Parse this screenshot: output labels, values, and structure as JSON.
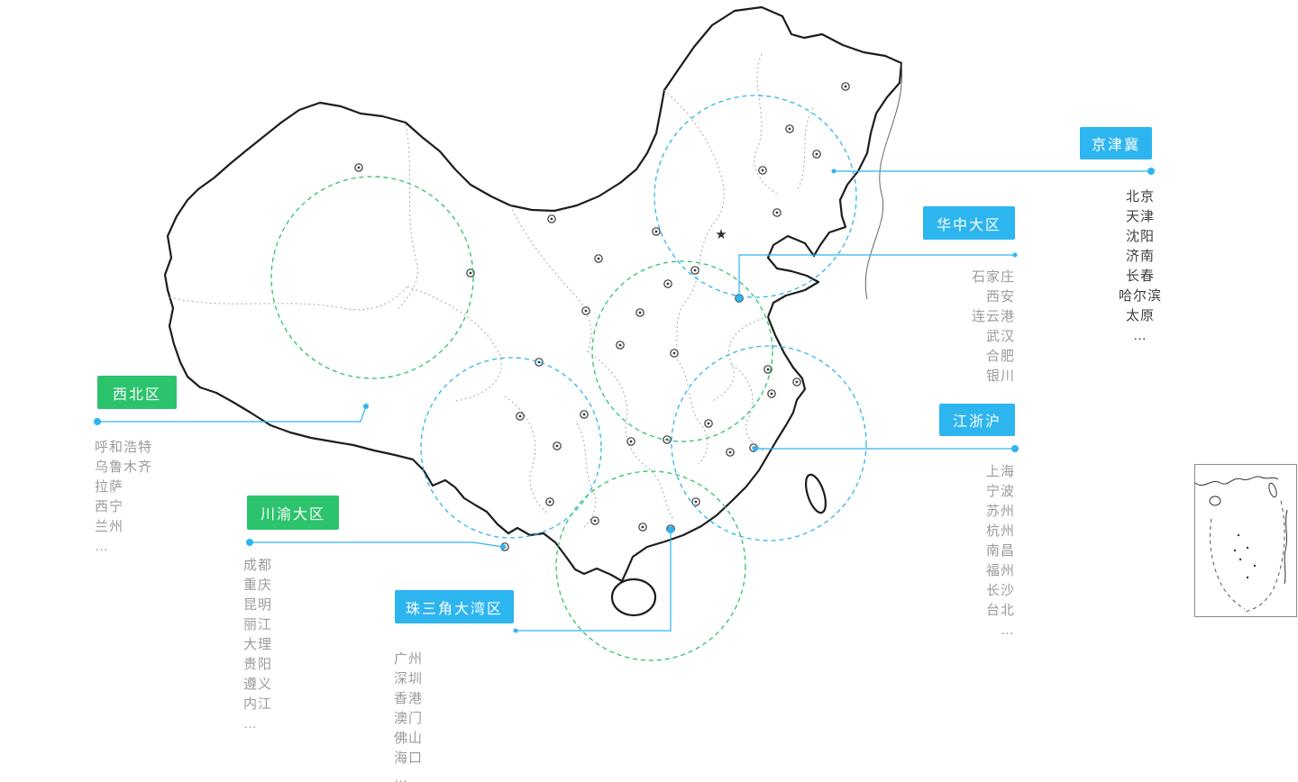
{
  "page": {
    "background": "#ffffff",
    "type": "china-regions-coverage-map"
  },
  "colors": {
    "blue": "#2db5f0",
    "green": "#2cc36d",
    "connector": "#2db5f0",
    "map_outline": "#1d1d1d",
    "city_text": "#9b9b9b",
    "city_text_dark": "#3e3e3e"
  },
  "regions": [
    {
      "id": "jingjinji",
      "label": "京津冀",
      "color": "#2db5f0",
      "cities": [
        "北京",
        "天津",
        "沈阳",
        "济南",
        "长春",
        "哈尔滨",
        "太原",
        "…"
      ]
    },
    {
      "id": "huazhong",
      "label": "华中大区",
      "color": "#2db5f0",
      "cities": [
        "石家庄",
        "西安",
        "连云港",
        "武汉",
        "合肥",
        "银川"
      ]
    },
    {
      "id": "xibei",
      "label": "西北区",
      "color": "#2cc36d",
      "cities": [
        "呼和浩特",
        "乌鲁木齐",
        "拉萨",
        "西宁",
        "兰州",
        "…"
      ]
    },
    {
      "id": "chuanyu",
      "label": "川渝大区",
      "color": "#2cc36d",
      "cities": [
        "成都",
        "重庆",
        "昆明",
        "丽江",
        "大理",
        "贵阳",
        "遵义",
        "内江",
        "…"
      ]
    },
    {
      "id": "zhusanjiao",
      "label": "珠三角大湾区",
      "color": "#2db5f0",
      "cities": [
        "广州",
        "深圳",
        "香港",
        "澳门",
        "佛山",
        "海口",
        "…"
      ]
    },
    {
      "id": "jiangzhehu",
      "label": "江浙沪",
      "color": "#2db5f0",
      "cities": [
        "上海",
        "宁波",
        "苏州",
        "杭州",
        "南昌",
        "福州",
        "长沙",
        "台北",
        "…"
      ]
    }
  ]
}
